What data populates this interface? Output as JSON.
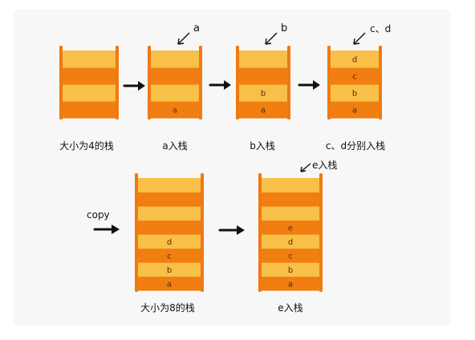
{
  "diagram": {
    "colors": {
      "dark": "#f07e10",
      "light": "#f8c048",
      "wall": "#ef7a12",
      "arrow": "#111111",
      "card": "#f7f7f7"
    },
    "stacks": [
      {
        "id": "s1",
        "caption": "大小为4的栈",
        "cells": [
          "",
          "",
          "",
          ""
        ],
        "tag": ""
      },
      {
        "id": "s2",
        "caption": "a入栈",
        "cells": [
          "a",
          "",
          "",
          ""
        ],
        "tag": "a"
      },
      {
        "id": "s3",
        "caption": "b入栈",
        "cells": [
          "a",
          "b",
          "",
          ""
        ],
        "tag": "b"
      },
      {
        "id": "s4",
        "caption": "c、d分别入栈",
        "cells": [
          "a",
          "b",
          "c",
          "d"
        ],
        "tag": "c、d"
      },
      {
        "id": "s5",
        "caption": "大小为8的栈",
        "cells": [
          "a",
          "b",
          "c",
          "d",
          "",
          "",
          "",
          ""
        ],
        "tag": ""
      },
      {
        "id": "s6",
        "caption": "e入栈",
        "cells": [
          "a",
          "b",
          "c",
          "d",
          "e",
          "",
          "",
          ""
        ],
        "tag": "e入栈"
      }
    ],
    "copy_label": "copy"
  }
}
